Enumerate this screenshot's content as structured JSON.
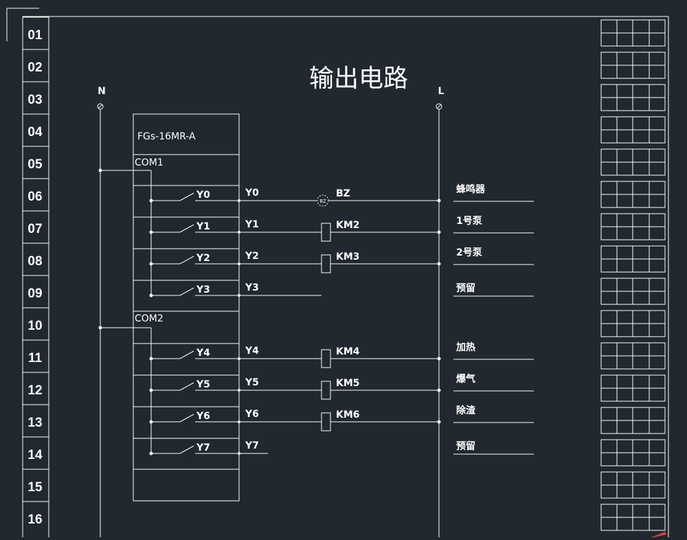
{
  "title": "输出电路",
  "rails": {
    "n_label": "N",
    "l_label": "L"
  },
  "plc": {
    "model": "FGs-16MR-A",
    "com1": "COM1",
    "com2": "COM2"
  },
  "row_numbers": [
    "01",
    "02",
    "03",
    "04",
    "05",
    "06",
    "07",
    "08",
    "09",
    "10",
    "11",
    "12",
    "13",
    "14",
    "15",
    "16"
  ],
  "outputs": [
    {
      "contact": "Y0",
      "terminal": "Y0",
      "device": "BZ",
      "device_type": "buzzer",
      "function": "蜂鸣器"
    },
    {
      "contact": "Y1",
      "terminal": "Y1",
      "device": "KM2",
      "device_type": "coil",
      "function": "1号泵"
    },
    {
      "contact": "Y2",
      "terminal": "Y2",
      "device": "KM3",
      "device_type": "coil",
      "function": "2号泵"
    },
    {
      "contact": "Y3",
      "terminal": "Y3",
      "device": "",
      "device_type": "none",
      "function": "预留"
    },
    {
      "contact": "Y4",
      "terminal": "Y4",
      "device": "KM4",
      "device_type": "coil",
      "function": "加热"
    },
    {
      "contact": "Y5",
      "terminal": "Y5",
      "device": "KM5",
      "device_type": "coil",
      "function": "爆气"
    },
    {
      "contact": "Y6",
      "terminal": "Y6",
      "device": "KM6",
      "device_type": "coil",
      "function": "除渣"
    },
    {
      "contact": "Y7",
      "terminal": "Y7",
      "device": "",
      "device_type": "none",
      "function": "预留"
    }
  ],
  "buzzer_symbol_text": "BZ",
  "colors": {
    "background": "#212830",
    "lines": "#ffffff",
    "accent": "#e0412d"
  }
}
